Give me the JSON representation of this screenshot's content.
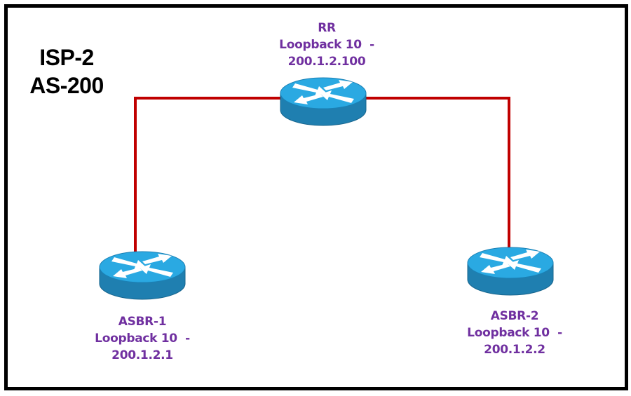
{
  "diagram": {
    "title": {
      "line1": "ISP-2",
      "line2": "AS-200"
    },
    "colors": {
      "link": "#c00000",
      "label": "#7030a0",
      "router_top": "#29a8e0",
      "router_side": "#1f7fb0",
      "border": "#000000"
    },
    "nodes": [
      {
        "id": "rr",
        "type": "router-icon",
        "name": "RR",
        "loopback": "Loopback 10  -",
        "ip": "200.1.2.100"
      },
      {
        "id": "asbr1",
        "type": "router-icon",
        "name": "ASBR-1",
        "loopback": "Loopback 10  -",
        "ip": "200.1.2.1"
      },
      {
        "id": "asbr2",
        "type": "router-icon",
        "name": "ASBR-2",
        "loopback": "Loopback 10  -",
        "ip": "200.1.2.2"
      }
    ],
    "links": [
      {
        "from": "rr",
        "to": "asbr1"
      },
      {
        "from": "rr",
        "to": "asbr2"
      }
    ]
  }
}
